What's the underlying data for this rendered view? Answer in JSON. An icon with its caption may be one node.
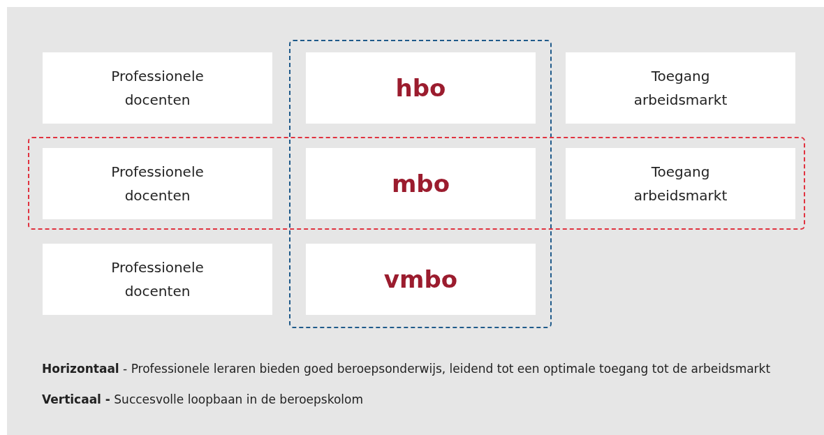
{
  "diagram": {
    "nodes": [
      {
        "text": [],
        "shape": "box"
      },
      {
        "text": [
          "Professionele docenten"
        ]
      },
      {
        "text": [
          "hbo"
        ],
        "in": 0
      },
      {
        "text": [
          "Toegang arbeidsmarkt"
        ]
      },
      {
        "text": [],
        "shape": "box"
      },
      {
        "text": [
          "Professionele docenten"
        ],
        "in": 4
      },
      {
        "text": [
          "mbo"
        ]
      },
      {
        "text": [
          "Toegang arbeidsmarkt"
        ],
        "in": 4
      },
      {
        "text": [
          "Professionele docenten"
        ]
      },
      {
        "text": [
          "vmbo"
        ],
        "in": 0
      }
    ],
    "edges": [],
    "labels": [
      "**Horizontaal** - Professionele leraren bieden goed beroepsonderwijs, leidend tot een optimale toegang tot de arbeidsmarkt",
      "**Verticaal -** Succesvolle loopbaan in de beroepskolom"
    ]
  }
}
